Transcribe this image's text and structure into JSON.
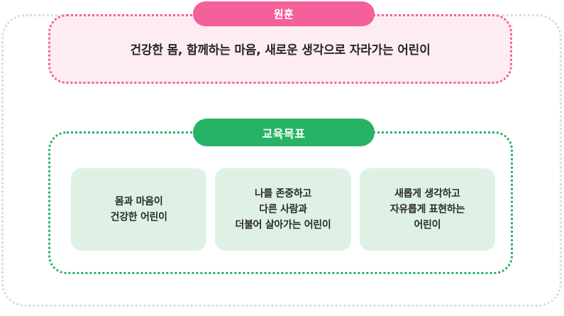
{
  "theme": {
    "pink_accent": "#F4609A",
    "pink_fill": "#FDEDF3",
    "green_accent": "#27B365",
    "card_fill": "#DFF1E5",
    "outer_frame": "#DCDCDC",
    "text_dark": "#262626"
  },
  "motto_section": {
    "pill_label": "원훈",
    "slogan": "건강한 몸, 함께하는 마음, 새로운 생각으로 자라가는 어린이"
  },
  "goals_section": {
    "pill_label": "교육목표",
    "cards": [
      {
        "lines": [
          "몸과 마음이",
          "건강한 어린이"
        ]
      },
      {
        "lines": [
          "나를 존중하고",
          "다른 사람과",
          "더불어 살아가는 어린이"
        ]
      },
      {
        "lines": [
          "새롭게 생각하고",
          "자유롭게 표현하는",
          "어린이"
        ]
      }
    ]
  }
}
